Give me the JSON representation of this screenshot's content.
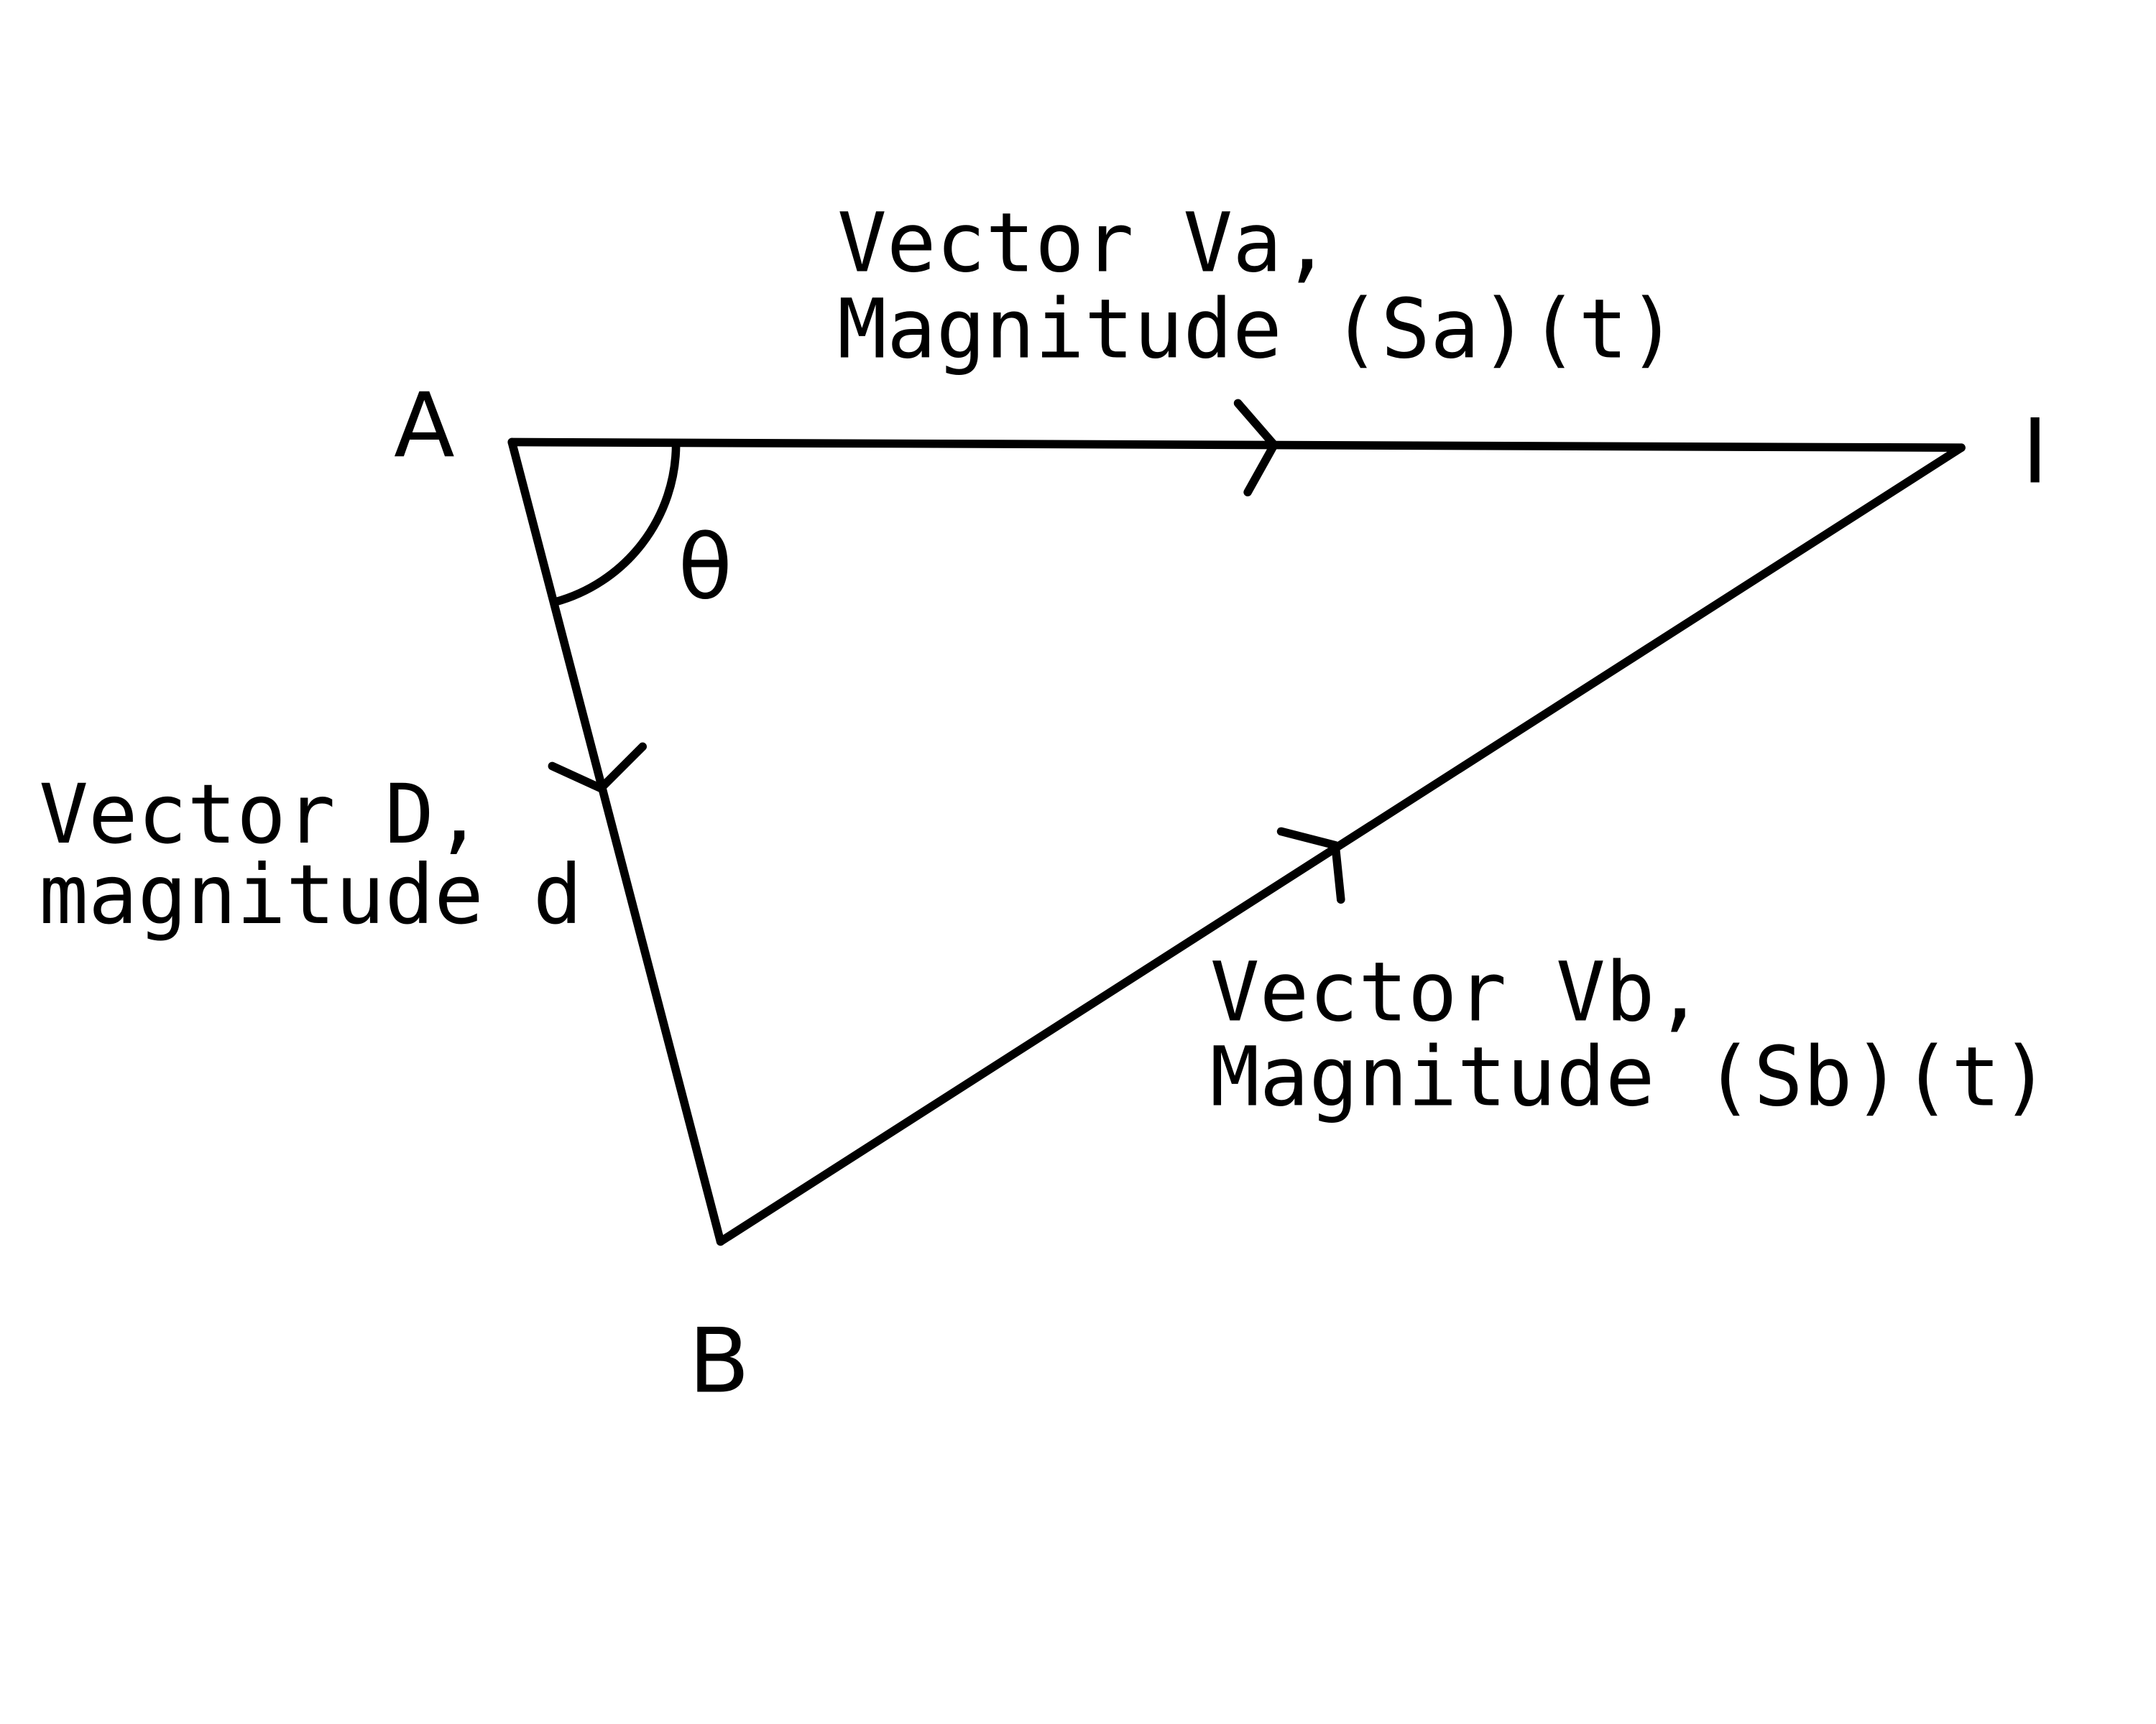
{
  "points": {
    "A": "A",
    "B": "B",
    "I": "I"
  },
  "angle_label": "θ",
  "vectors": {
    "va": {
      "line1": "Vector Va,",
      "line2": "Magnitude (Sa)(t)"
    },
    "d": {
      "line1": "Vector D,",
      "line2": "magnitude d"
    },
    "vb": {
      "line1": "Vector Vb,",
      "line2": "Magnitude (Sb)(t)"
    }
  },
  "colors": {
    "stroke": "#000000",
    "background": "#ffffff"
  }
}
